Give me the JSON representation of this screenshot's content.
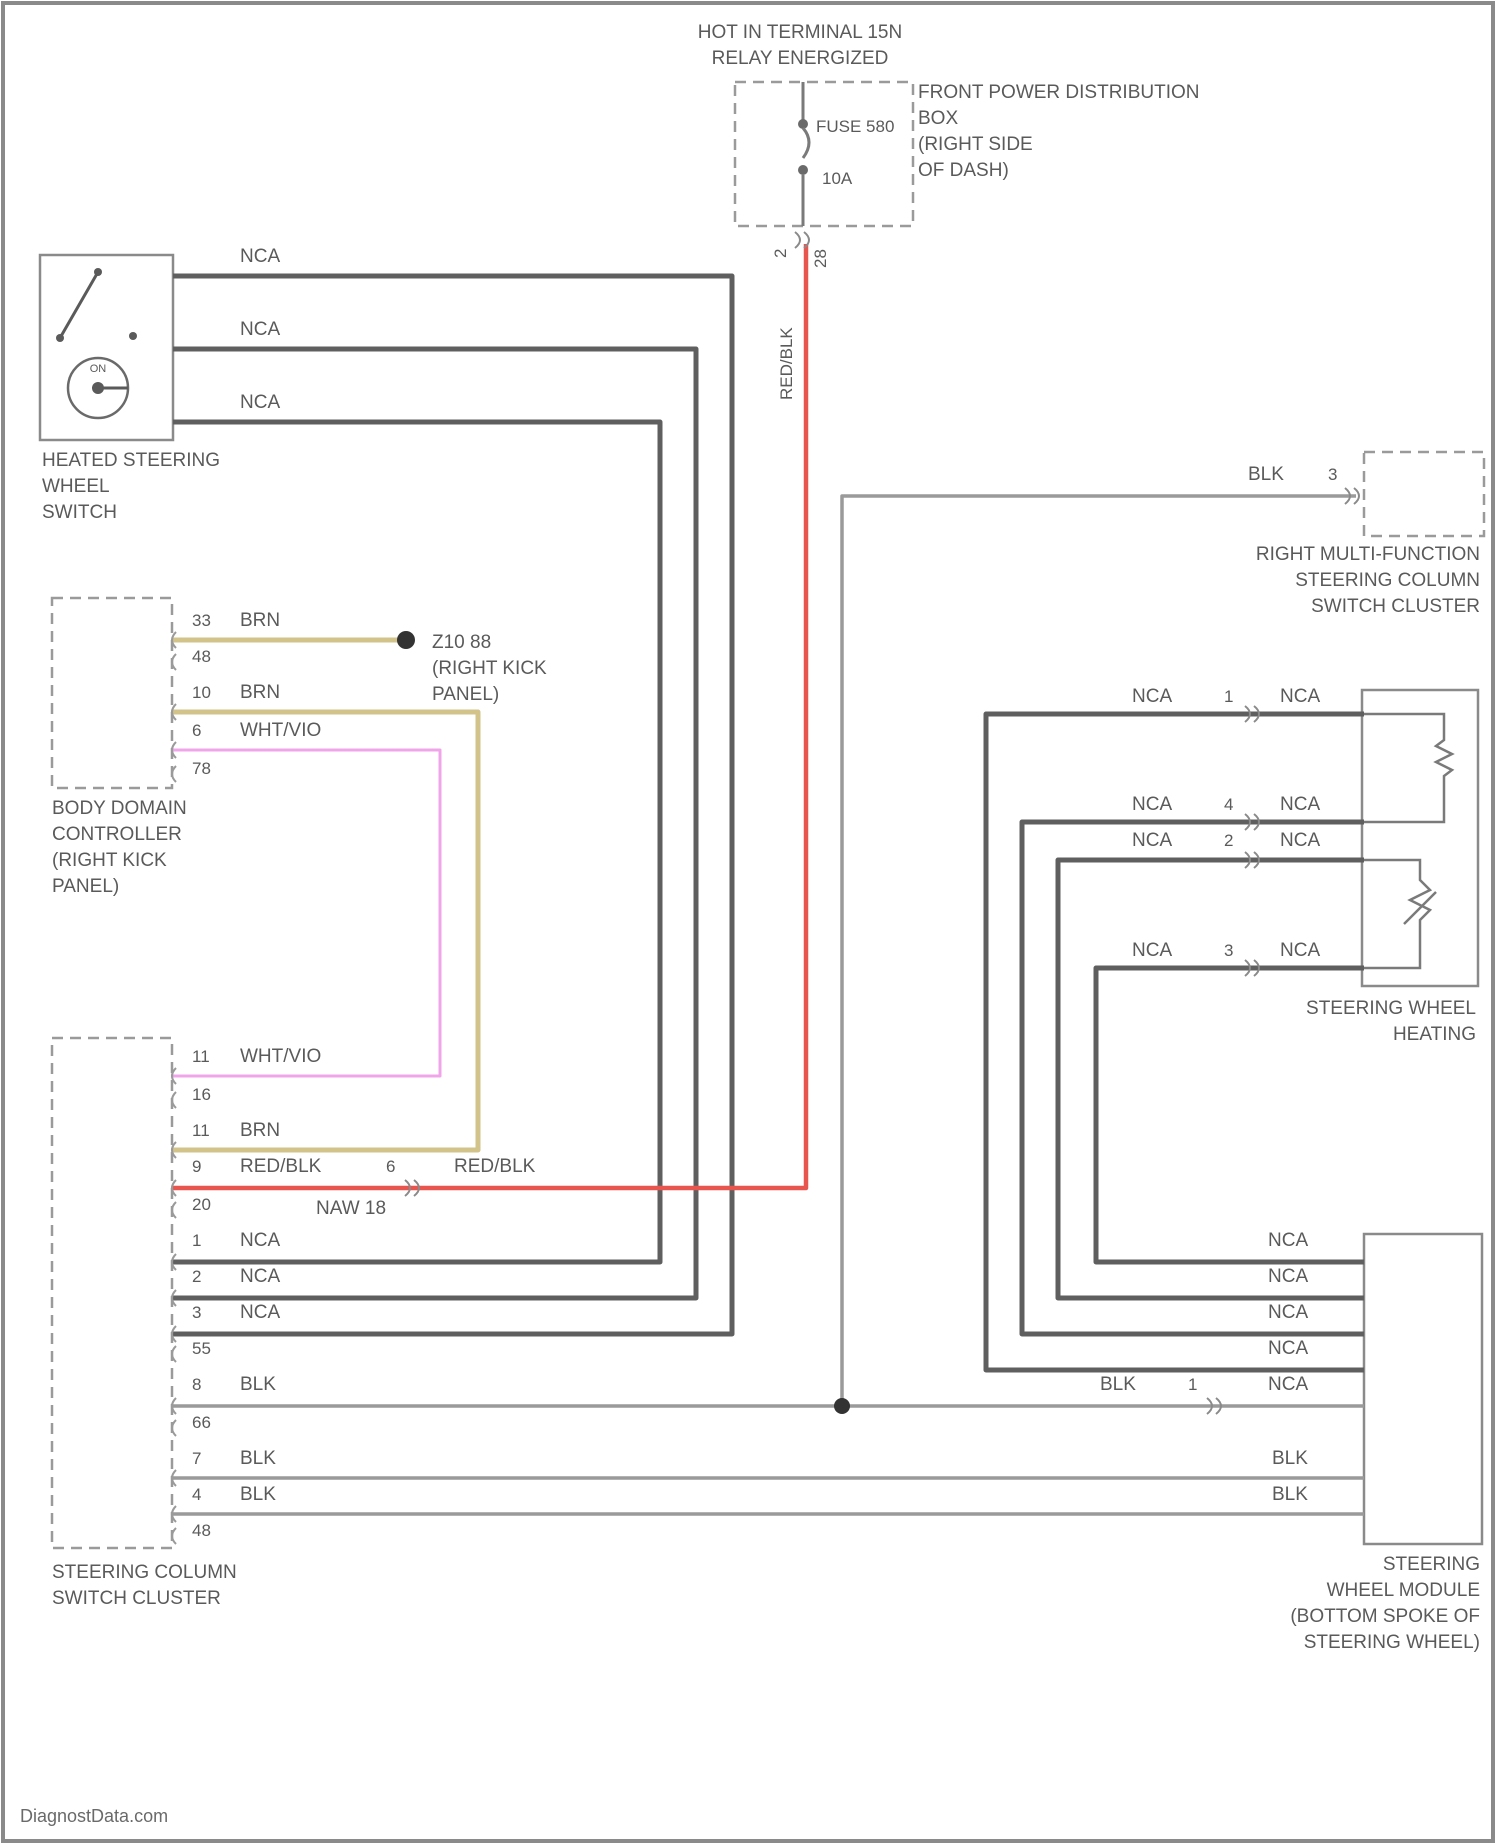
{
  "title": [
    "HOT IN TERMINAL 15N",
    "RELAY ENERGIZED"
  ],
  "fuse_box": {
    "name": [
      "FRONT POWER DISTRIBUTION",
      "BOX",
      "(RIGHT SIDE",
      "OF DASH)"
    ],
    "fuse": "FUSE 580",
    "rating": "10A",
    "pins": [
      "2",
      "28"
    ],
    "wire_color": "RED/BLK"
  },
  "heated_switch": {
    "name": [
      "HEATED STEERING",
      "WHEEL",
      "SWITCH"
    ],
    "wires": [
      "NCA",
      "NCA",
      "NCA"
    ]
  },
  "bcm": {
    "name": [
      "BODY DOMAIN",
      "CONTROLLER",
      "(RIGHT KICK",
      "PANEL)"
    ],
    "rows": [
      {
        "pin": "33",
        "color": "BRN"
      },
      {
        "pin": "",
        "color": "48"
      },
      {
        "pin": "10",
        "color": "BRN"
      },
      {
        "pin": "6",
        "color": "WHT/VIO"
      },
      {
        "pin": "",
        "color": "78"
      }
    ],
    "ground": [
      "Z10 88",
      "(RIGHT KICK",
      "PANEL)"
    ]
  },
  "sccs": {
    "name": [
      "STEERING COLUMN",
      "SWITCH CLUSTER"
    ],
    "rows": [
      {
        "pin": "11",
        "color": "WHT/VIO"
      },
      {
        "pin": "16",
        "color": ""
      },
      {
        "pin": "11",
        "color": "BRN"
      },
      {
        "pin": "9",
        "color": "RED/BLK"
      },
      {
        "pin": "20",
        "color": ""
      },
      {
        "pin": "1",
        "color": "NCA"
      },
      {
        "pin": "2",
        "color": "NCA"
      },
      {
        "pin": "3",
        "color": "NCA"
      },
      {
        "pin": "55",
        "color": ""
      },
      {
        "pin": "8",
        "color": "BLK"
      },
      {
        "pin": "66",
        "color": ""
      },
      {
        "pin": "7",
        "color": "BLK"
      },
      {
        "pin": "4",
        "color": "BLK"
      },
      {
        "pin": "48",
        "color": ""
      }
    ],
    "connector": {
      "pin": "6",
      "color": "RED/BLK",
      "name": "NAW 18"
    }
  },
  "rmfs": {
    "name": [
      "RIGHT MULTI-FUNCTION",
      "STEERING COLUMN",
      "SWITCH CLUSTER"
    ],
    "wire": "BLK",
    "pin": "3"
  },
  "heating": {
    "name": [
      "STEERING WHEEL",
      "HEATING"
    ],
    "rows": [
      {
        "left": "NCA",
        "pin": "1",
        "right": "NCA"
      },
      {
        "left": "NCA",
        "pin": "4",
        "right": "NCA"
      },
      {
        "left": "NCA",
        "pin": "2",
        "right": "NCA"
      },
      {
        "left": "NCA",
        "pin": "3",
        "right": "NCA"
      }
    ]
  },
  "swm": {
    "name": [
      "STEERING",
      "WHEEL MODULE",
      "(BOTTOM SPOKE OF",
      "STEERING WHEEL)"
    ],
    "inputs": [
      "NCA",
      "NCA",
      "NCA",
      "NCA",
      "NCA",
      "BLK",
      "BLK"
    ],
    "blk_label": "BLK",
    "blk_pin": "1"
  },
  "watermark": "DiagnostData.com",
  "colors": {
    "nca": "#5f5f5f",
    "blk": "#9a9a9a",
    "red": "#e8554f",
    "brn": "#d2c38a",
    "vio": "#f0a4ea",
    "text": "#5a5a5a"
  },
  "icons": [
    "switch-icon",
    "heater-element-icon",
    "ground-icon",
    "splice-icon",
    "connector-icon"
  ]
}
